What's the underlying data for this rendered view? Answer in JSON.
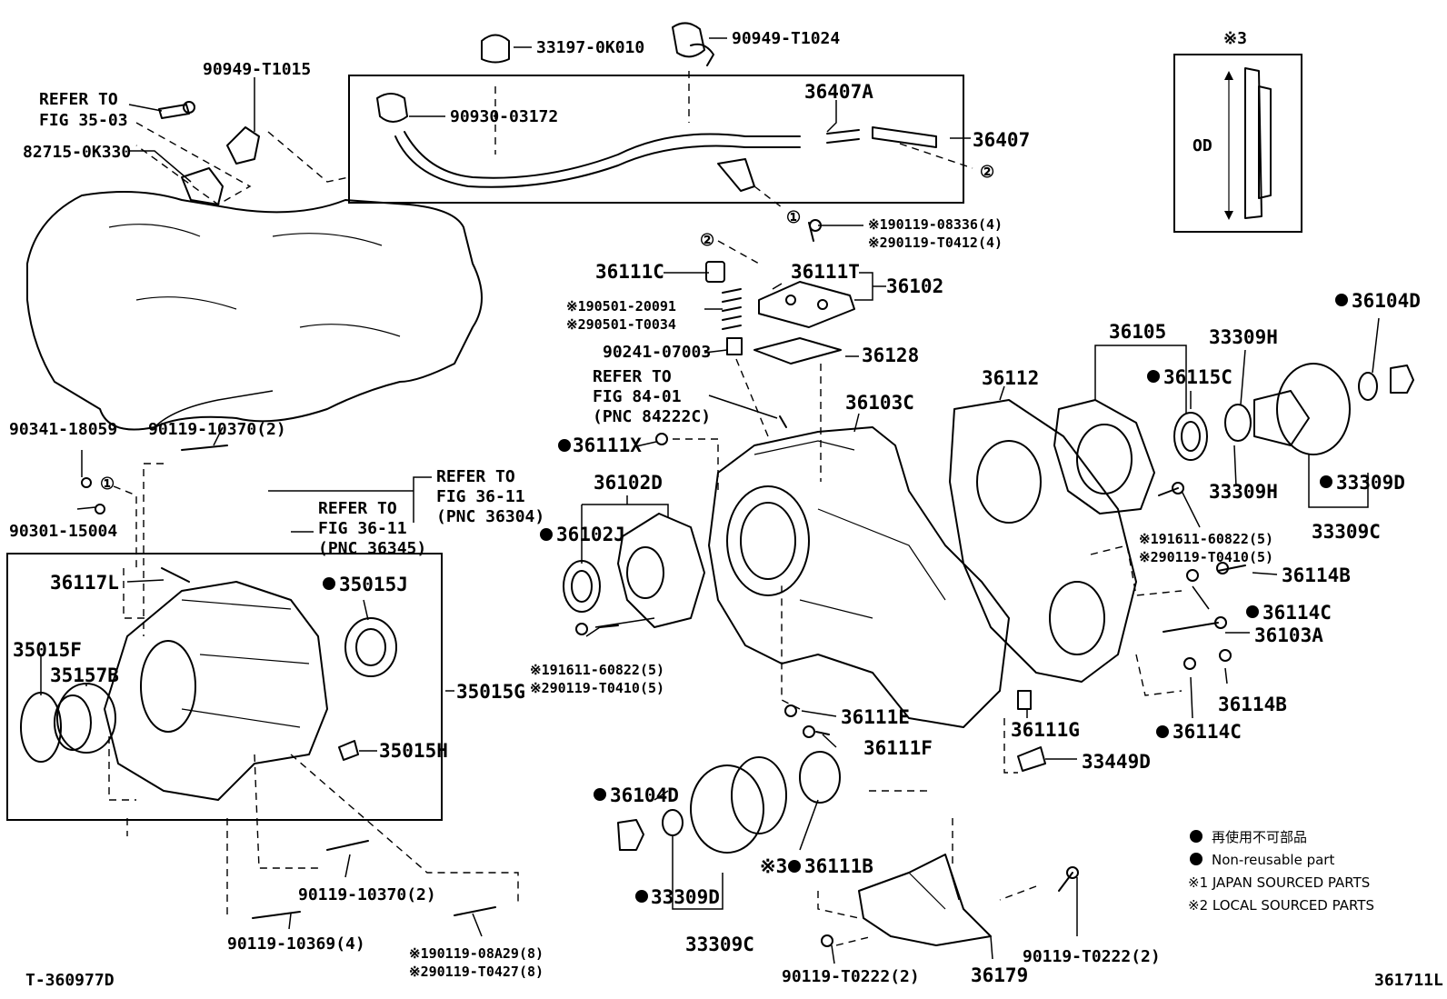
{
  "labels": {
    "p33197": "33197-0K010",
    "p90949a": "90949-T1024",
    "p90949b": "90949-T1015",
    "refer1a": "REFER TO",
    "refer1b": "FIG 35-03",
    "p82715": "82715-0K330",
    "p90930": "90930-03172",
    "p36407A": "36407A",
    "p36407": "36407",
    "circ2a": "②",
    "circ1a": "①",
    "s90119a1": "※190119-08336(4)",
    "s90119a2": "※290119-T0412(4)",
    "circ2b": "②",
    "p36111C": "36111C",
    "p36111T": "36111T",
    "p36102": "36102",
    "s90501a": "※190501-20091",
    "s90501b": "※290501-T0034",
    "p90241": "90241-07003",
    "p36128": "36128",
    "refer2a": "REFER TO",
    "refer2b": "FIG 84-01",
    "refer2c": "(PNC 84222C)",
    "p36111X": "36111X",
    "p36102D": "36102D",
    "p36102J": "36102J",
    "s191611a": "※191611-60822(5)",
    "s290119a": "※290119-T0410(5)",
    "p36103C": "36103C",
    "p36112": "36112",
    "p36105": "36105",
    "p36115C": "36115C",
    "p33309H1": "33309H",
    "p36104D1": "36104D",
    "p33309H2": "33309H",
    "p33309D1": "33309D",
    "p33309C1": "33309C",
    "s191611b": "※191611-60822(5)",
    "s290119b": "※290119-T0410(5)",
    "p36114B1": "36114B",
    "p36114C1": "36114C",
    "p36103A": "36103A",
    "p36114B2": "36114B",
    "p36114C2": "36114C",
    "p90341": "90341-18059",
    "p90119a": "90119-10370(2)",
    "circ1b": "①",
    "refer3a": "REFER TO",
    "refer3b": "FIG 36-11",
    "refer3c": "(PNC 36304)",
    "refer4a": "REFER TO",
    "refer4b": "FIG 36-11",
    "refer4c": "(PNC 36345)",
    "p90301": "90301-15004",
    "p36117L": "36117L",
    "p35015J": "35015J",
    "p35015F": "35015F",
    "p35157B": "35157B",
    "p35015G": "35015G",
    "p35015H": "35015H",
    "p36111E": "36111E",
    "p36111F": "36111F",
    "p36111G": "36111G",
    "p33449D": "33449D",
    "p36104D2": "36104D",
    "p33309D2": "33309D",
    "p33309C2": "33309C",
    "p36111B": "36111B",
    "s3mark": "※3",
    "p90119b": "90119-10370(2)",
    "p90119c": "90119-10369(4)",
    "s90119d1": "※190119-08A29(8)",
    "s90119d2": "※290119-T0427(8)",
    "p90119e": "90119-T0222(2)",
    "p90119f": "90119-T0222(2)",
    "p36179": "36179",
    "inset_title": "※3",
    "inset_od": "OD",
    "bottom_left": "T-360977D",
    "bottom_right": "361711L"
  },
  "legend": {
    "jp_nonreusable": "再使用不可部品",
    "en_nonreusable": "Non-reusable part",
    "japan": "※1 JAPAN SOURCED PARTS",
    "local": "※2 LOCAL SOURCED PARTS"
  }
}
